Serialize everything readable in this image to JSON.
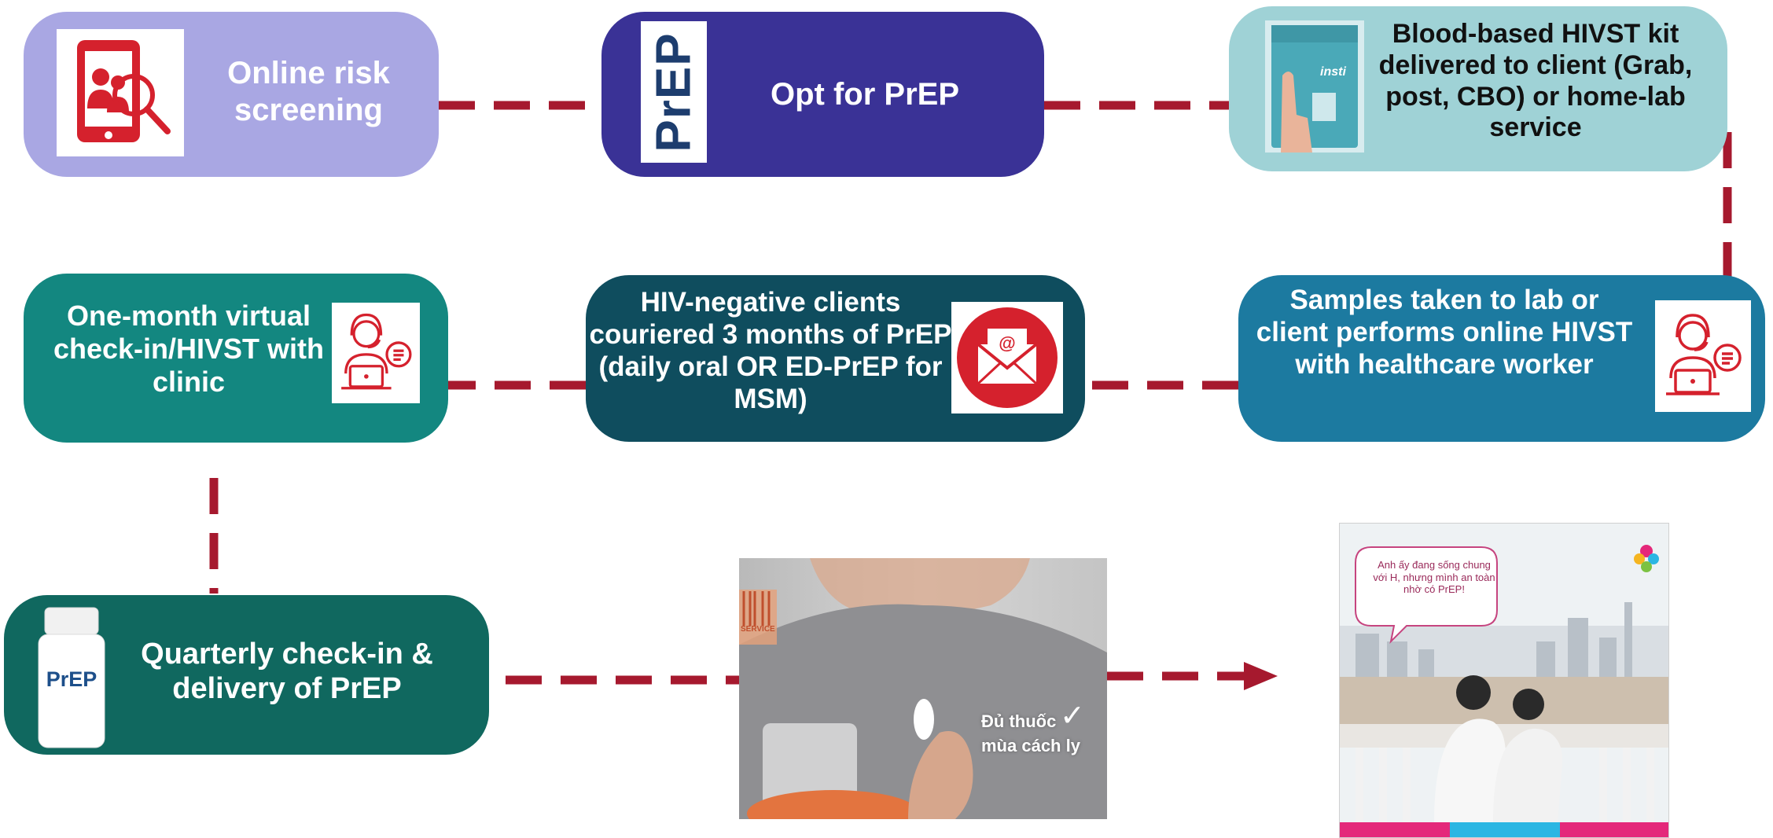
{
  "colors": {
    "connector": "#a6192e",
    "screening_box": "#a9a7e3",
    "prep_box": "#3a3296",
    "kit_box": "#9fd2d6",
    "samples_box": "#1c7aa0",
    "courier_box": "#0f4d5e",
    "checkin_box": "#138780",
    "quarterly_box": "#10685f",
    "icon_red": "#d5212d"
  },
  "steps": {
    "screening": {
      "label": "Online risk screening",
      "icon": "tablet-search-icon"
    },
    "prep": {
      "label": "Opt for PrEP",
      "logo_text": "PrEP"
    },
    "kit": {
      "label": "Blood-based HIVST kit delivered to client (Grab, post, CBO) or home-lab service",
      "icon": "hivst-kit-photo"
    },
    "samples": {
      "label": "Samples taken to lab or client performs online HIVST with healthcare worker",
      "icon": "healthcare-worker-headset-icon"
    },
    "courier": {
      "label": "HIV-negative clients couriered 3 months of PrEP (daily oral OR ED-PrEP for MSM)",
      "icon": "email-envelope-icon"
    },
    "checkin": {
      "label": "One-month virtual check-in/HIVST with clinic",
      "icon": "healthcare-worker-headset-icon"
    },
    "quarterly": {
      "label": "Quarterly check-in & delivery of PrEP",
      "bottle_label": "PrEP"
    }
  },
  "photos": {
    "pill_photo": {
      "caption_line1": "Đủ thuốc",
      "caption_line2": "mùa cách ly",
      "stamp": "SERVICE"
    },
    "poster": {
      "bubble": "Anh ấy đang sống chung với H, nhưng mình an toàn nhờ có PrEP!"
    }
  }
}
